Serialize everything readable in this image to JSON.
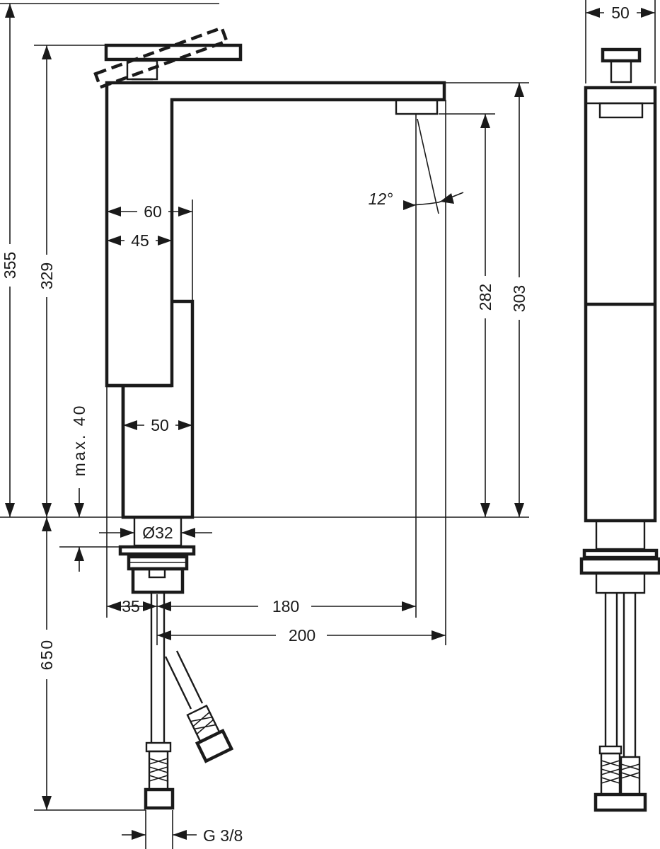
{
  "drawing": {
    "dimensions": {
      "total_height": "355",
      "spout_body_height": "329",
      "outlet_height": "282",
      "spout_top_height": "303",
      "side_width": "50",
      "upper_width": "60",
      "upper_inner_width": "45",
      "lower_width": "50",
      "max_deck_thickness": "max. 40",
      "shank_diameter": "Ø32",
      "hose_length": "650",
      "offset_left": "35",
      "reach_outlet": "180",
      "reach_total": "200",
      "connection_thread": "G 3/8",
      "jet_angle": "12°"
    }
  }
}
